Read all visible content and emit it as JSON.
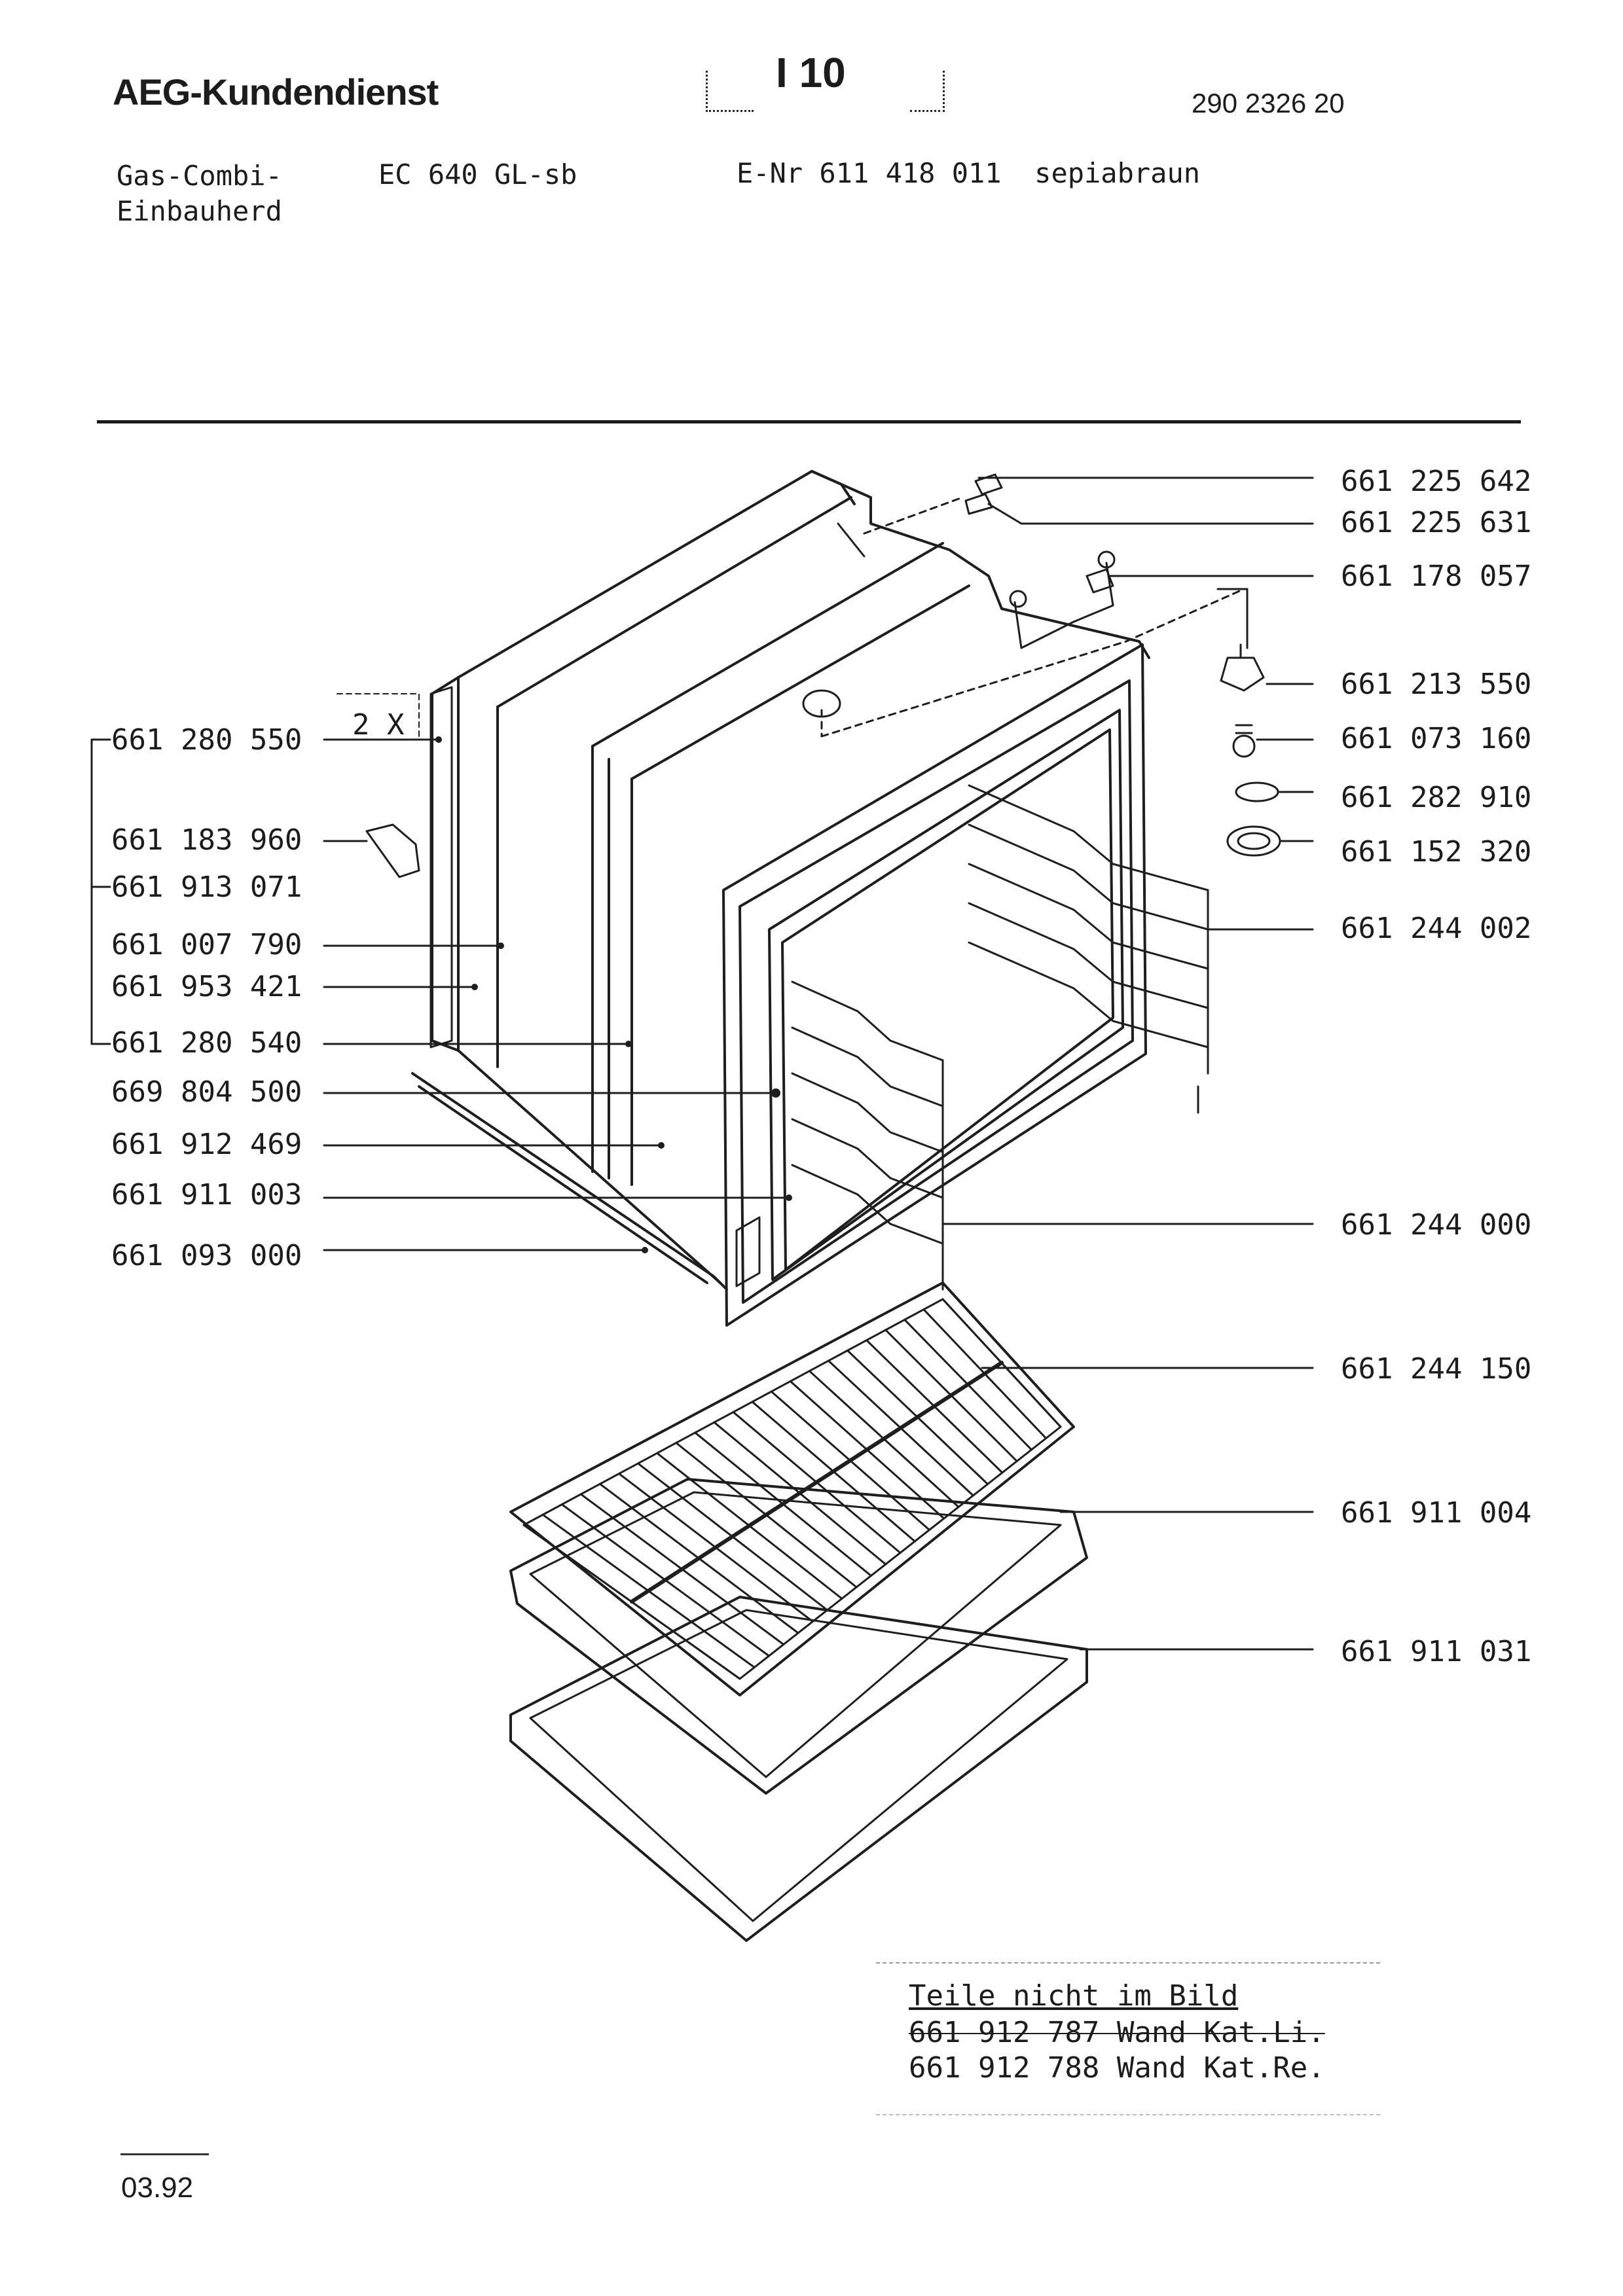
{
  "header": {
    "brand": "AEG-Kundendienst",
    "page_number": "I 10",
    "document_number": "290 2326 20"
  },
  "product": {
    "type_line1": "Gas-Combi-",
    "type_line2": "Einbauherd",
    "model": "EC 640 GL-sb",
    "e_nr": "E-Nr 611 418 011",
    "color": "sepiabraun"
  },
  "diagram": {
    "multiplier_label": "2 X",
    "parts_left": [
      "661 280 550",
      "661 183 960",
      "661 913 071",
      "661 007 790",
      "661 953 421",
      "661 280 540",
      "669 804 500",
      "661 912 469",
      "661 911 003",
      "661 093 000"
    ],
    "parts_right": [
      "661 225 642",
      "661 225 631",
      "661 178 057",
      "661 213 550",
      "661 073 160",
      "661 282 910",
      "661 152 320",
      "661 244 002",
      "661 244 000",
      "661 244 150",
      "661 911 004",
      "661 911 031"
    ]
  },
  "notes": {
    "title": "Teile nicht im Bild",
    "lines": [
      "661 912 787 Wand Kat.Li.",
      "661 912 788 Wand Kat.Re."
    ]
  },
  "footer": {
    "date": "03.92"
  }
}
